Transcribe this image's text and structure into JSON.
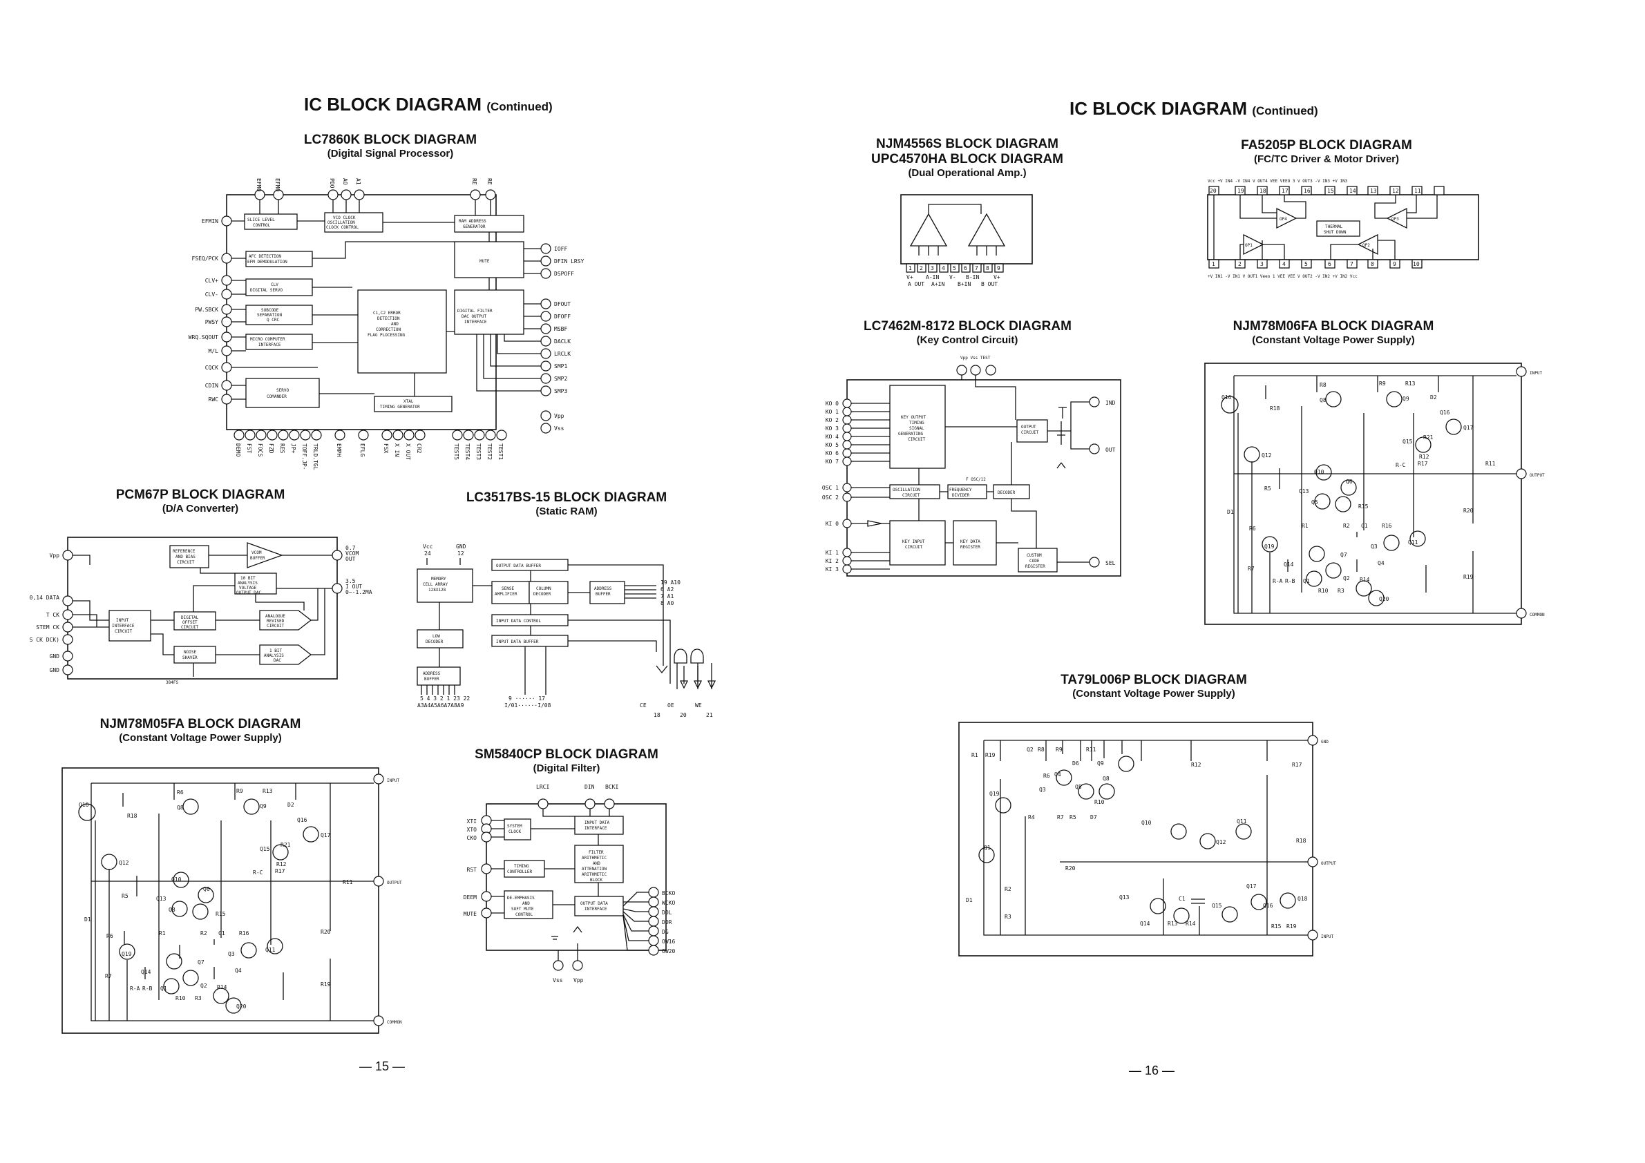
{
  "left_page": {
    "title": "IC BLOCK DIAGRAM",
    "title_suffix": "(Continued)",
    "page_number": "— 15 —",
    "lc7860k": {
      "title": "LC7860K BLOCK DIAGRAM",
      "subtitle": "(Digital Signal Processor)",
      "left_pins": [
        "EFMIN",
        "FSEQ/PCK",
        "CLV+",
        "CLV-",
        "PW.SBCK",
        "PWSY",
        "WRQ.SQOUT",
        "M/L",
        "CQCK",
        "CDIN",
        "RWC"
      ],
      "right_pins": [
        "IOFF",
        "DFIN LRSY",
        "DSPOFF",
        "DFOUT",
        "DFOFF",
        "MSBF",
        "DACLK",
        "LRCLK",
        "SMP1",
        "SMP2",
        "SMP3",
        "Vpp",
        "Vss"
      ],
      "blocks": {
        "slice": "SLICE LEVEL CONTROL",
        "vco": "VCO CLOCK OSCILLATION CLOCK CONTROL",
        "ram_addr": "RAM ADDRESS GENERATOR",
        "afc": "AFC DETECTION EFM DEMODULATION",
        "mute": "MUTE",
        "clv": "CLV DIGITAL SERVO",
        "subcode": "SUBCODE SEPARATION Q CRC",
        "c1c2": "C1,C2 ERROR DETECTION AND CORRECTION FLAG PLOCESSING",
        "digital_filter": "DIGITAL FILTER DAC OUTPUT INTERFACE",
        "micro": "MICRO COMPUTER INTERFACE",
        "servo": "SERVO COMANDER",
        "xtal": "XTAL TIMING GENERATOR"
      }
    },
    "pcm67p": {
      "title": "PCM67P BLOCK DIAGRAM",
      "subtitle": "(D/A Converter)",
      "pins": [
        "Vpp",
        "0,14 DATA",
        "T CK",
        "STEM CK",
        "S CK DCK)",
        "GND",
        "GND"
      ],
      "out": [
        "0.7 VCOM OUT",
        "3.5 I OUT 0~-1.2MA"
      ],
      "blocks": {
        "ref": "REFERENCE AND BIAS CIRCUIT",
        "vcom": "VCOM BUFFER",
        "analysis": "10 BIT ANALYSIS VOLTAGE OUTPUT DAC",
        "input": "INPUT INTERFACE CIRCUIT",
        "offset": "DIGITAL OFFSET CIRCUIT",
        "analogue": "ANALOGUE REVISED CIRCUIT",
        "noise": "NOISE SHAVER",
        "onebit": "1 BIT ANALYSIS DAC",
        "fs": "384FS"
      }
    },
    "lc3517": {
      "title": "LC3517BS-15 BLOCK DIAGRAM",
      "subtitle": "(Static RAM)",
      "pins_top": [
        "Vcc 24",
        "GND 12"
      ],
      "blocks": {
        "output_buffer": "OUTPUT DATA BUFFER",
        "memory": "MEMORY CELL ARRAY 128X128",
        "sense": "SENSE AMPLIFIER",
        "column": "COLUMN DECODER",
        "address_buffer": "ADDRESS BUFFER",
        "input_control": "INPUT DATA CONTROL",
        "low_decoder": "LOW DECODER",
        "input_buffer": "INPUT DATA BUFFER",
        "addr_buffer2": "ADDRESS BUFFER"
      },
      "right_labels": [
        "19 A10",
        "6 A2",
        "7 A1",
        "8 A0"
      ],
      "bottom_labels": [
        "5 4 3 2 1 23 22",
        "A3A4A5A6A7A8A9",
        "9 ······ 17",
        "I/01······I/08",
        "CE",
        "OE",
        "WE",
        "18",
        "20",
        "21"
      ]
    },
    "njm78m05": {
      "title": "NJM78M05FA BLOCK DIAGRAM",
      "subtitle": "(Constant Voltage Power Supply)",
      "terminals": [
        "INPUT",
        "OUTPUT",
        "COMMON"
      ]
    },
    "sm5840": {
      "title": "SM5840CP BLOCK DIAGRAM",
      "subtitle": "(Digital Filter)",
      "top_pins": [
        "LRCI",
        "DIN",
        "BCKI"
      ],
      "left_pins": [
        "XTI",
        "XTO",
        "CKO",
        "RST",
        "DEEM",
        "MUTE"
      ],
      "right_pins": [
        "BCKO",
        "WCKO",
        "DOL",
        "DOR",
        "DG",
        "OW16",
        "OW20"
      ],
      "bottom_pins": [
        "Vss",
        "Vpp"
      ],
      "blocks": {
        "clock": "SYSTEM CLOCK",
        "input": "INPUT DATA INTERFACE",
        "timing": "TIMING CONTROLLER",
        "filter": "FILTER ARITHMETIC AND ATTENATION ARITHMETIC BLOCK",
        "deemph": "DE-EMPHASIS AND SOFT MUTE CONTROL",
        "output": "OUTPUT DATA INTERFACE"
      }
    }
  },
  "right_page": {
    "title": "IC BLOCK DIAGRAM",
    "title_suffix": "(Continued)",
    "page_number": "— 16 —",
    "njm4556": {
      "title1": "NJM4556S BLOCK DIAGRAM",
      "title2": "UPC4570HA BLOCK DIAGRAM",
      "subtitle": "(Dual Operational Amp.)",
      "pin_labels": [
        "V+",
        "A-IN",
        "V-",
        "B-IN",
        "V+",
        "A OUT",
        "A+IN",
        "B+IN",
        "B OUT"
      ]
    },
    "fa5205p": {
      "title": "FA5205P BLOCK DIAGRAM",
      "subtitle": "(FC/TC Driver & Motor Driver)",
      "top_labels": "Vcc  +V IN4 -V IN4 V OUT4  VEE   VEEO 3  V OUT3 -V IN3 +V IN3",
      "bottom_labels": "+V IN1 -V IN1 V OUT1 Veeo 1  VEE   VEE  V OUT2 -V IN2 +V IN2  Vcc",
      "thermal": "THERMAL SHUT DOWN",
      "ops": [
        "OP1",
        "OP2",
        "OP3",
        "OP4"
      ]
    },
    "lc7462": {
      "title": "LC7462M-8172 BLOCK DIAGRAM",
      "subtitle": "(Key Control Circuit)",
      "top_pins": "Vpp  Vss  TEST",
      "left_pins": [
        "KO 0",
        "KO 1",
        "KO 2",
        "KO 3",
        "KO 4",
        "KO 5",
        "KO 6",
        "KO 7",
        "OSC 1",
        "OSC 2",
        "KI 0",
        "KI 1",
        "KI 2",
        "KI 3"
      ],
      "right_pins": [
        "IND",
        "OUT",
        "SEL"
      ],
      "blocks": {
        "key_output": "KEY OUTPUT TIMING SIGNAL GENERATING CIRCUIT",
        "output_circuit": "OUTPUT CIRCUIT",
        "fosc": "F OSC/12",
        "osc": "OSCILLATION CIRCUIT",
        "freq": "FREQUENCY DIVIDER",
        "decoder": "DECODER",
        "key_input": "KEY INPUT CIRCUIT",
        "key_data": "KEY DATA REGISTER",
        "custom": "CUSTOM CODE REGISTER"
      }
    },
    "njm78m06": {
      "title": "NJM78M06FA BLOCK DIAGRAM",
      "subtitle": "(Constant Voltage Power Supply)",
      "terminals": [
        "INPUT",
        "OUTPUT",
        "COMMON"
      ]
    },
    "ta79l006": {
      "title": "TA79L006P BLOCK DIAGRAM",
      "subtitle": "(Constant Voltage Power Supply)",
      "terminals": [
        "GND",
        "OUTPUT",
        "INPUT"
      ]
    }
  }
}
